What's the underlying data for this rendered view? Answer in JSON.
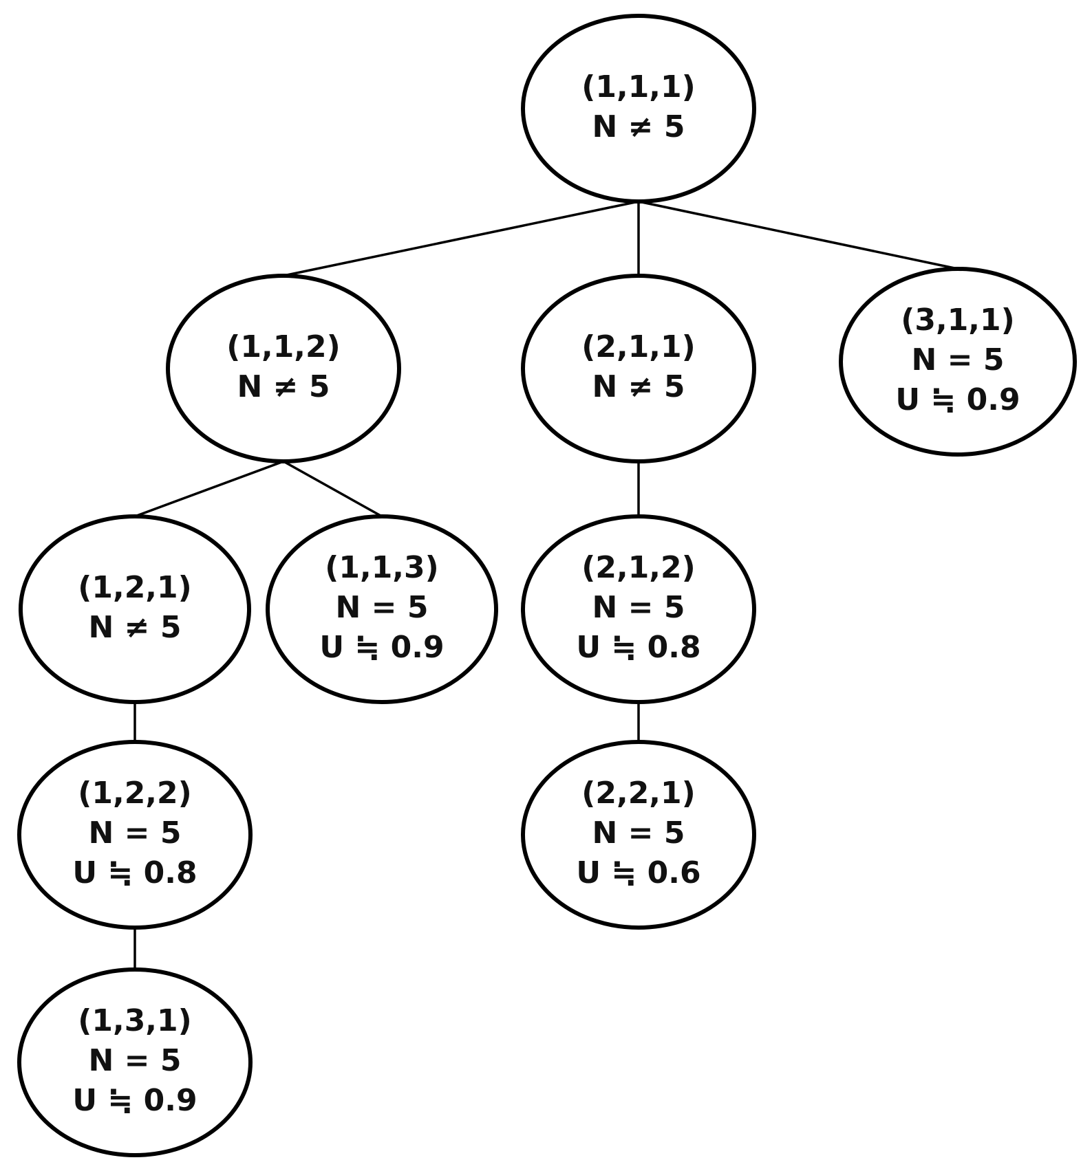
{
  "diagram": {
    "nodes": [
      {
        "id": "n111",
        "lines": [
          "(1,1,1)",
          "N ≠ 5"
        ]
      },
      {
        "id": "n112",
        "lines": [
          "(1,1,2)",
          "N ≠ 5"
        ]
      },
      {
        "id": "n211",
        "lines": [
          "(2,1,1)",
          "N ≠ 5"
        ]
      },
      {
        "id": "n311",
        "lines": [
          "(3,1,1)",
          "N = 5",
          "U ≒ 0.9"
        ]
      },
      {
        "id": "n121",
        "lines": [
          "(1,2,1)",
          "N ≠ 5"
        ]
      },
      {
        "id": "n113",
        "lines": [
          "(1,1,3)",
          "N = 5",
          "U ≒ 0.9"
        ]
      },
      {
        "id": "n212",
        "lines": [
          "(2,1,2)",
          "N = 5",
          "U ≒ 0.8"
        ]
      },
      {
        "id": "n122",
        "lines": [
          "(1,2,2)",
          "N = 5",
          "U ≒ 0.8"
        ]
      },
      {
        "id": "n221",
        "lines": [
          "(2,2,1)",
          "N = 5",
          "U ≒ 0.6"
        ]
      },
      {
        "id": "n131",
        "lines": [
          "(1,3,1)",
          "N = 5",
          "U ≒ 0.9"
        ]
      }
    ],
    "edges": [
      {
        "from": "n111",
        "to": "n112"
      },
      {
        "from": "n111",
        "to": "n211"
      },
      {
        "from": "n111",
        "to": "n311"
      },
      {
        "from": "n112",
        "to": "n121"
      },
      {
        "from": "n112",
        "to": "n113"
      },
      {
        "from": "n211",
        "to": "n212"
      },
      {
        "from": "n121",
        "to": "n122"
      },
      {
        "from": "n212",
        "to": "n221"
      },
      {
        "from": "n122",
        "to": "n131"
      }
    ]
  }
}
